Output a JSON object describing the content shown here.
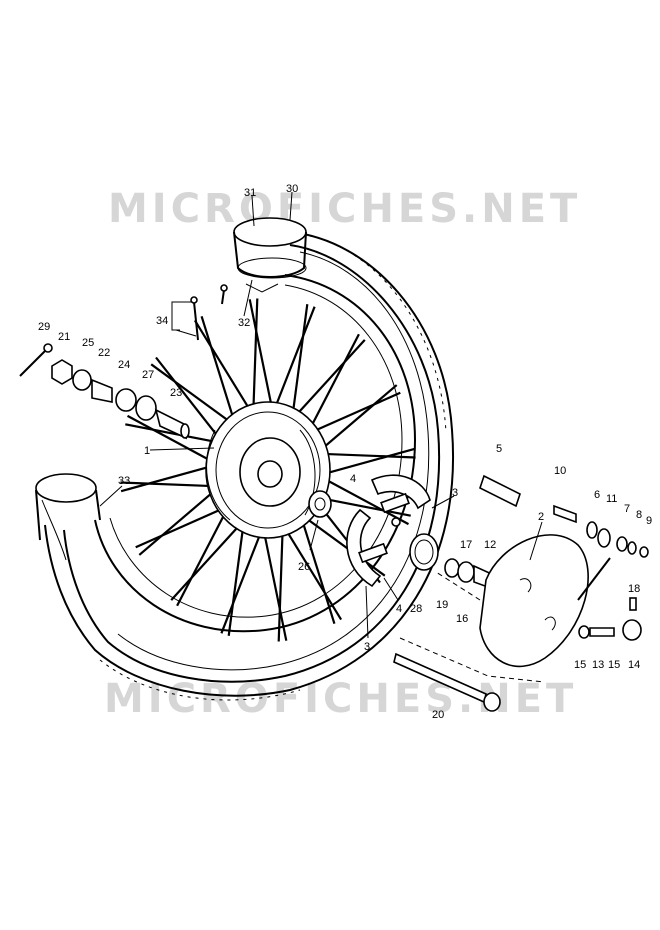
{
  "watermark": {
    "top": "MICROFICHES.NET",
    "bottom": "MICROFICHES.NET"
  },
  "callouts": [
    {
      "id": "c1",
      "text": "1"
    },
    {
      "id": "c2",
      "text": "2"
    },
    {
      "id": "c3a",
      "text": "3"
    },
    {
      "id": "c3b",
      "text": "3"
    },
    {
      "id": "c4a",
      "text": "4"
    },
    {
      "id": "c4b",
      "text": "4"
    },
    {
      "id": "c5",
      "text": "5"
    },
    {
      "id": "c6",
      "text": "6"
    },
    {
      "id": "c7",
      "text": "7"
    },
    {
      "id": "c8",
      "text": "8"
    },
    {
      "id": "c9",
      "text": "9"
    },
    {
      "id": "c10",
      "text": "10"
    },
    {
      "id": "c11",
      "text": "11"
    },
    {
      "id": "c12",
      "text": "12"
    },
    {
      "id": "c13",
      "text": "13"
    },
    {
      "id": "c14",
      "text": "14"
    },
    {
      "id": "c15a",
      "text": "15"
    },
    {
      "id": "c15b",
      "text": "15"
    },
    {
      "id": "c16",
      "text": "16"
    },
    {
      "id": "c17",
      "text": "17"
    },
    {
      "id": "c18",
      "text": "18"
    },
    {
      "id": "c19",
      "text": "19"
    },
    {
      "id": "c20",
      "text": "20"
    },
    {
      "id": "c21",
      "text": "21"
    },
    {
      "id": "c22",
      "text": "22"
    },
    {
      "id": "c23",
      "text": "23"
    },
    {
      "id": "c24",
      "text": "24"
    },
    {
      "id": "c25",
      "text": "25"
    },
    {
      "id": "c26",
      "text": "26"
    },
    {
      "id": "c27",
      "text": "27"
    },
    {
      "id": "c28",
      "text": "28"
    },
    {
      "id": "c29",
      "text": "29"
    },
    {
      "id": "c30",
      "text": "30"
    },
    {
      "id": "c31",
      "text": "31"
    },
    {
      "id": "c32",
      "text": "32"
    },
    {
      "id": "c33",
      "text": "33"
    },
    {
      "id": "c34",
      "text": "34"
    }
  ]
}
